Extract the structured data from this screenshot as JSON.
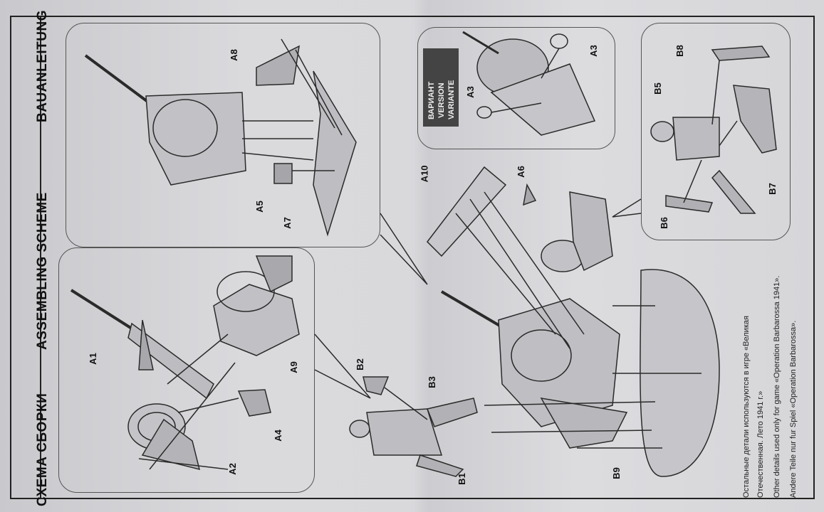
{
  "header": {
    "title_ru": "СХЕМА СБОРКИ",
    "title_en": "ASSEMBLING SCHEME",
    "title_de": "BAUANLEITUNG"
  },
  "variant": {
    "line1": "ВАРИАНТ",
    "line2": "VERSION",
    "line3": "VARIANTE"
  },
  "parts": {
    "a1": "A1",
    "a2": "A2",
    "a3": "A3",
    "a4": "A4",
    "a5": "A5",
    "a6": "A6",
    "a7": "A7",
    "a8": "A8",
    "a9": "A9",
    "a10": "A10",
    "b1": "B1",
    "b2": "B2",
    "b3": "B3",
    "b5": "B5",
    "b6": "B6",
    "b7": "B7",
    "b8": "B8",
    "b9": "B9"
  },
  "notes": {
    "ru1": "Остальные детали используются в игре «Великая",
    "ru2": "Отечественная. Лето 1941 г.»",
    "en": "Other details used only for game «Operation Barbarossa 1941».",
    "de": "Andere Teile nur fur Spiel «Operation Barbarossa»."
  },
  "colors": {
    "ink": "#222222",
    "paper": "#d8d8db",
    "variant_bg": "#444444"
  }
}
